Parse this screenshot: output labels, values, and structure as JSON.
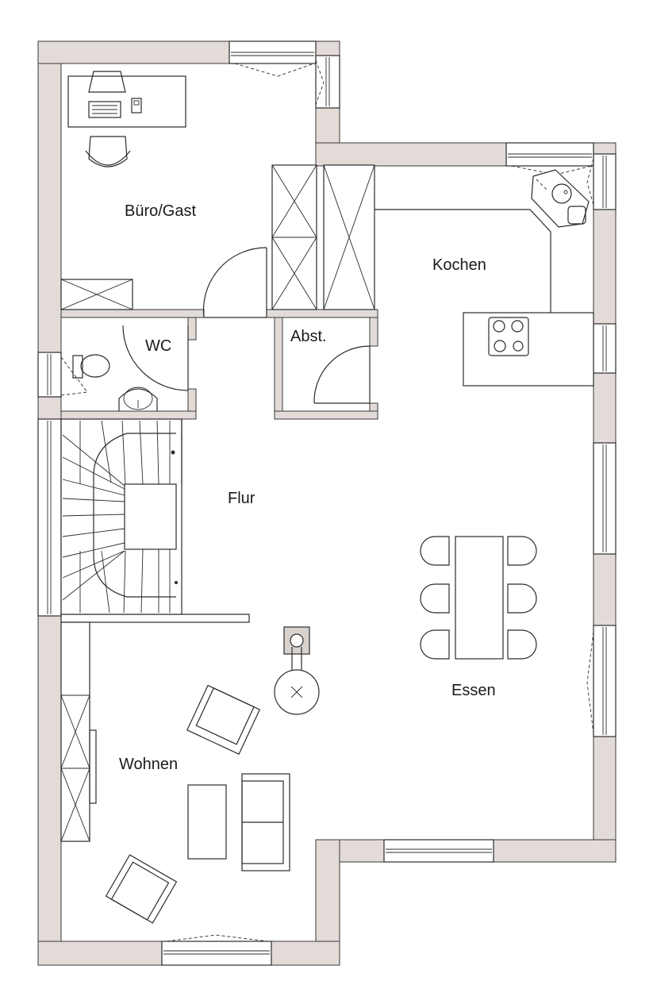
{
  "rooms": {
    "buero": "Büro/Gast",
    "kochen": "Kochen",
    "wc": "WC",
    "abst": "Abst.",
    "flur": "Flur",
    "essen": "Essen",
    "wohnen": "Wohnen"
  },
  "colors": {
    "wall": "#e2dbd8",
    "line": "#2b2b2b",
    "background": "#ffffff"
  }
}
